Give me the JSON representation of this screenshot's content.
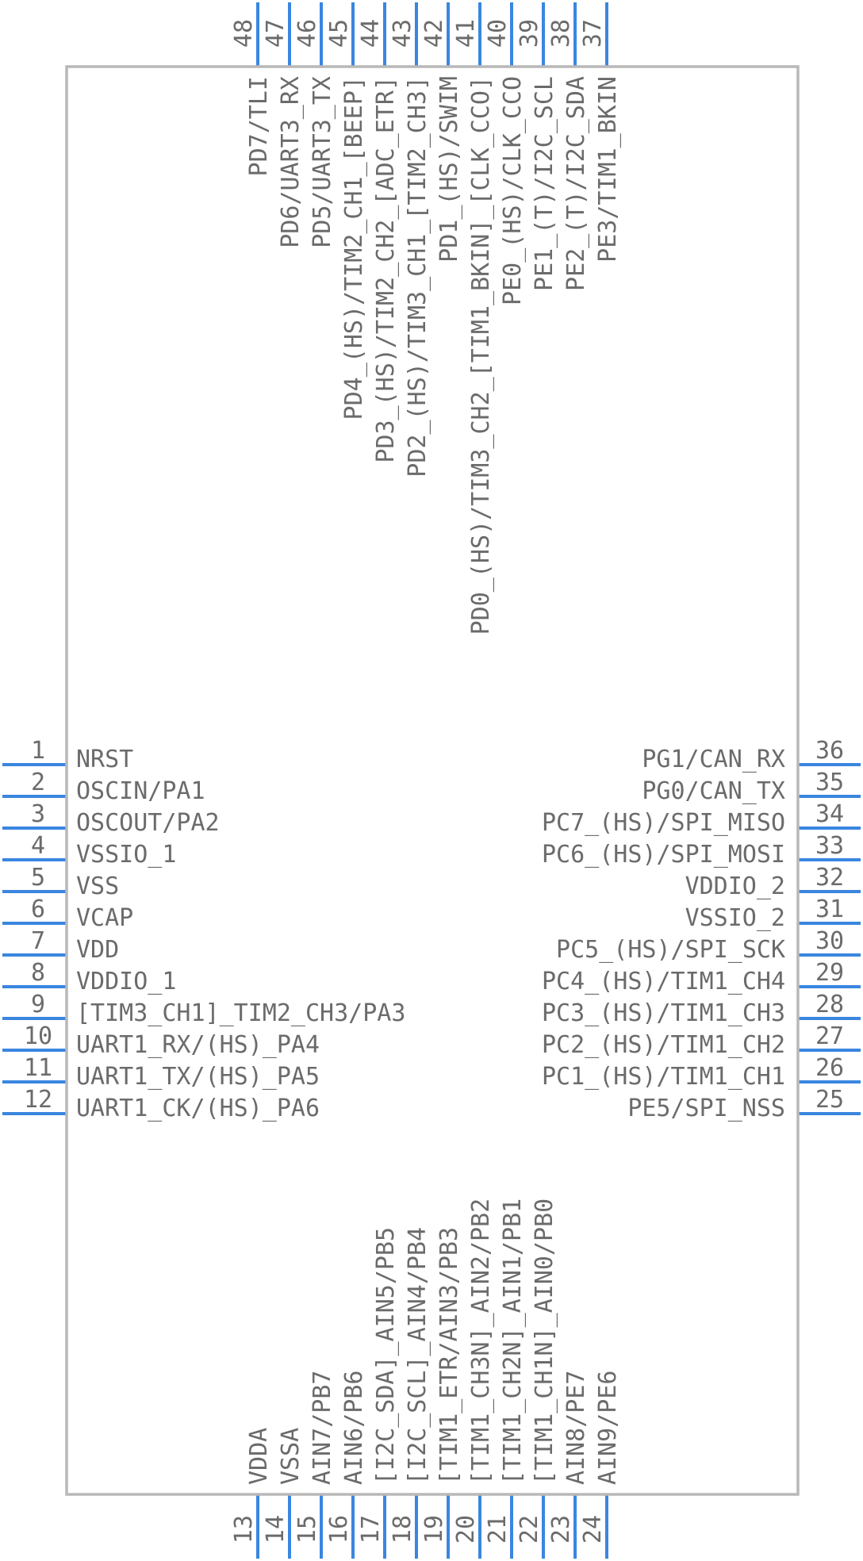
{
  "left_pins": [
    {
      "num": "1",
      "label": "NRST"
    },
    {
      "num": "2",
      "label": "OSCIN/PA1"
    },
    {
      "num": "3",
      "label": "OSCOUT/PA2"
    },
    {
      "num": "4",
      "label": "VSSIO_1"
    },
    {
      "num": "5",
      "label": "VSS"
    },
    {
      "num": "6",
      "label": "VCAP"
    },
    {
      "num": "7",
      "label": "VDD"
    },
    {
      "num": "8",
      "label": "VDDIO_1"
    },
    {
      "num": "9",
      "label": "[TIM3_CH1]_TIM2_CH3/PA3"
    },
    {
      "num": "10",
      "label": "UART1_RX/(HS)_PA4"
    },
    {
      "num": "11",
      "label": "UART1_TX/(HS)_PA5"
    },
    {
      "num": "12",
      "label": "UART1_CK/(HS)_PA6"
    }
  ],
  "right_pins": [
    {
      "num": "36",
      "label": "PG1/CAN_RX"
    },
    {
      "num": "35",
      "label": "PG0/CAN_TX"
    },
    {
      "num": "34",
      "label": "PC7_(HS)/SPI_MISO"
    },
    {
      "num": "33",
      "label": "PC6_(HS)/SPI_MOSI"
    },
    {
      "num": "32",
      "label": "VDDIO_2"
    },
    {
      "num": "31",
      "label": "VSSIO_2"
    },
    {
      "num": "30",
      "label": "PC5_(HS)/SPI_SCK"
    },
    {
      "num": "29",
      "label": "PC4_(HS)/TIM1_CH4"
    },
    {
      "num": "28",
      "label": "PC3_(HS)/TIM1_CH3"
    },
    {
      "num": "27",
      "label": "PC2_(HS)/TIM1_CH2"
    },
    {
      "num": "26",
      "label": "PC1_(HS)/TIM1_CH1"
    },
    {
      "num": "25",
      "label": "PE5/SPI_NSS"
    }
  ],
  "top_pins": [
    {
      "num": "48",
      "label": "PD7/TLI"
    },
    {
      "num": "47",
      "label": "PD6/UART3_RX"
    },
    {
      "num": "46",
      "label": "PD5/UART3_TX"
    },
    {
      "num": "45",
      "label": "PD4_(HS)/TIM2_CH1_[BEEP]"
    },
    {
      "num": "44",
      "label": "PD3_(HS)/TIM2_CH2_[ADC_ETR]"
    },
    {
      "num": "43",
      "label": "PD2_(HS)/TIM3_CH1_[TIM2_CH3]"
    },
    {
      "num": "42",
      "label": "PD1_(HS)/SWIM"
    },
    {
      "num": "41",
      "label": "PD0_(HS)/TIM3_CH2_[TIM1_BKIN]_[CLK_CCO]"
    },
    {
      "num": "40",
      "label": "PE0_(HS)/CLK_CCO"
    },
    {
      "num": "39",
      "label": "PE1_(T)/I2C_SCL"
    },
    {
      "num": "38",
      "label": "PE2_(T)/I2C_SDA"
    },
    {
      "num": "37",
      "label": "PE3/TIM1_BKIN"
    }
  ],
  "bottom_pins": [
    {
      "num": "13",
      "label": "VDDA"
    },
    {
      "num": "14",
      "label": "VSSA"
    },
    {
      "num": "15",
      "label": "AIN7/PB7"
    },
    {
      "num": "16",
      "label": "AIN6/PB6"
    },
    {
      "num": "17",
      "label": "[I2C_SDA]_AIN5/PB5"
    },
    {
      "num": "18",
      "label": "[I2C_SCL]_AIN4/PB4"
    },
    {
      "num": "19",
      "label": "[TIM1_ETR/AIN3/PB3"
    },
    {
      "num": "20",
      "label": "[TIM1_CH3N]_AIN2/PB2"
    },
    {
      "num": "21",
      "label": "[TIM1_CH2N]_AIN1/PB1"
    },
    {
      "num": "22",
      "label": "[TIM1_CH1N]_AIN0/PB0"
    },
    {
      "num": "23",
      "label": "AIN8/PE7"
    },
    {
      "num": "24",
      "label": "AIN9/PE6"
    }
  ],
  "colors": {
    "pin": "#3a86e0",
    "outline": "#b8b8b8",
    "text": "#6b6b6b"
  }
}
